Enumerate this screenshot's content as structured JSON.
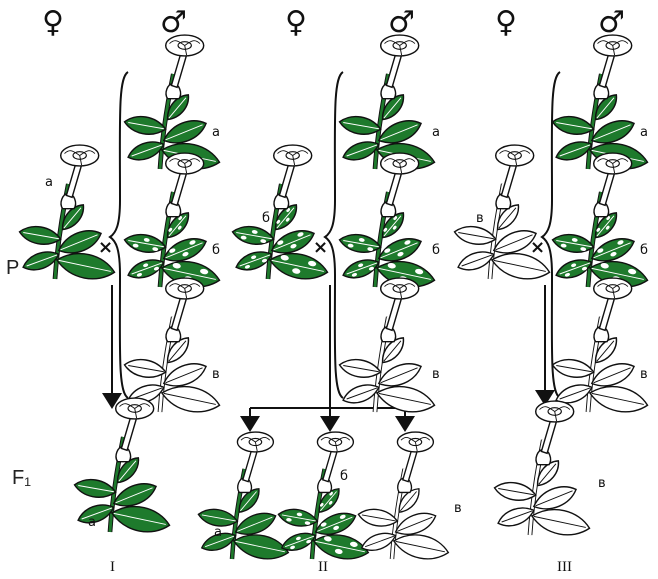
{
  "symbols": {
    "female": "♀",
    "male": "♂",
    "cross": "×"
  },
  "generations": {
    "parents": "P",
    "f1": "F₁"
  },
  "groups": [
    {
      "numeral": "I",
      "female_label": "а",
      "male_labels": [
        "а",
        "б",
        "в"
      ],
      "f1_labels": [
        "а"
      ]
    },
    {
      "numeral": "II",
      "female_label": "б",
      "male_labels": [
        "а",
        "б",
        "в"
      ],
      "f1_labels": [
        "а",
        "б",
        "в"
      ]
    },
    {
      "numeral": "III",
      "female_label": "в",
      "male_labels": [
        "а",
        "б",
        "в"
      ],
      "f1_labels": [
        "в"
      ]
    }
  ],
  "colors": {
    "green": "#1e7a2c",
    "outline": "#111111",
    "white": "#ffffff"
  }
}
